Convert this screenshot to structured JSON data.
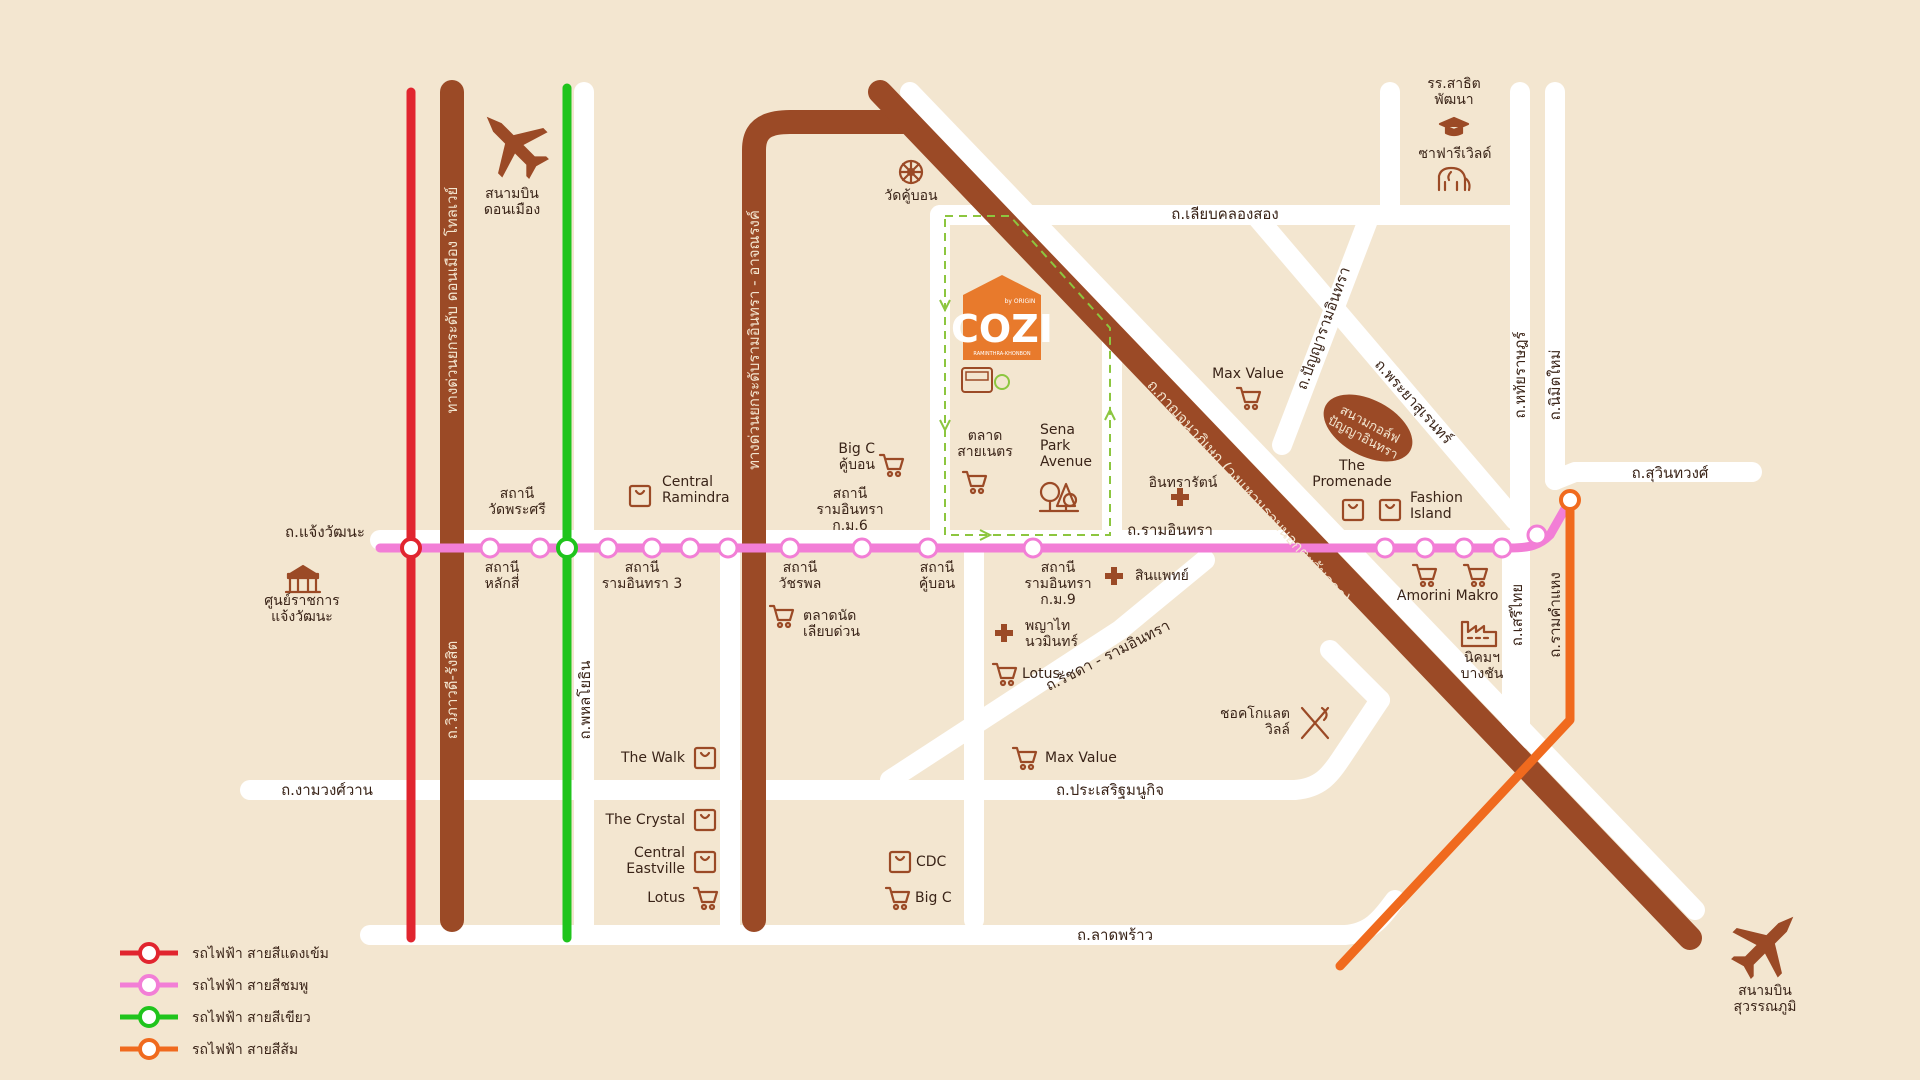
{
  "colors": {
    "background": "#f3e6d0",
    "road": "#ffffff",
    "expressway": "#9b4a26",
    "red_line": "#e1252f",
    "pink_line": "#f27ed6",
    "green_line": "#1fc41c",
    "orange_line": "#f06a1e",
    "poi_icon": "#9b4a26",
    "project_box": "#8cc63f",
    "cozi_orange": "#e87a2c"
  },
  "airports": {
    "don_mueang": "สนามบิน\nดอนเมือง",
    "suvarnabhumi": "สนามบิน\nสุวรรณภูมิ"
  },
  "roads": {
    "liap_khlong_song": "ถ.เลียบคลองสอง",
    "chaeng_watthana": "ถ.แจ้งวัฒนะ",
    "ram_inthra": "ถ.รามอินทรา",
    "sukhon_thawong": "ถ.สุวินทวงศ์",
    "ngam_wong_wan": "ถ.งามวงศ์วาน",
    "prasertmanukit": "ถ.ประเสริฐมนูกิจ",
    "lat_phrao": "ถ.ลาดพร้าว",
    "kanchanaphisek": "ถ.กาญจนาภิเษก (วงแหวนรอบนอกตะวันออก)",
    "phaholyothin": "ถ.พหลโยธิน",
    "vibhavadi": "ถ.วิภาวดี-รังสิต",
    "don_mueang_tollway": "ทางด่วนยกระดับ ดอนเมือง โทลเวย์",
    "ram_inthra_expressway": "ทางด่วนยกระดับรามอินทรา - อาจณรงค์",
    "panya_ram_inthra": "ถ.ปัญญารามอินทรา",
    "phraya_suren": "ถ.พระยาสุเรนทร์",
    "hathai_rat": "ถ.หทัยราษฎร์",
    "nimit_mai": "ถ.นิมิตใหม่",
    "ratchada_ram_inthra": "ถ.รัชดา - รามอินทรา",
    "seri_thai": "ถ.เสรีไทย",
    "ram_khamhaeng": "ถ.รามคำแหง"
  },
  "stations": {
    "wat_phra_sri": "สถานี\nวัดพระศรี",
    "lak_si": "สถานี\nหลักสี่",
    "ram_inthra_3": "สถานี\nรามอินทรา 3",
    "watcharaphon": "สถานี\nวัชรพล",
    "ram_inthra_km6": "สถานี\nรามอินทรา\nก.ม.6",
    "khu_bon": "สถานี\nคู้บอน",
    "ram_inthra_km9": "สถานี\nรามอินทรา\nก.ม.9"
  },
  "pois": {
    "govt_center": "ศูนย์ราชการ\nแจ้งวัฒนะ",
    "central_ramindra": "Central\nRamindra",
    "big_c_khubon": "Big C\nคู้บอน",
    "wat_khubon": "วัดคู้บอน",
    "talad_saiyanet": "ตลาด\nสายเนตร",
    "sena_park": "Sena\nPark\nAvenue",
    "max_value_top": "Max Value",
    "intharat": "อินทรารัตน์",
    "stadium": "สนามกอล์ฟ\nปัญญาอินทรา",
    "promenade": "The\nPromenade",
    "fashion_island": "Fashion\nIsland",
    "school": "รร.สาธิต\nพัฒนา",
    "safari": "ซาฟารีเวิลด์",
    "sinphaet": "สินแพทย์",
    "talad_liap": "ตลาดนัด\nเลียบด่วน",
    "phyathai": "พญาไท\nนวมินทร์",
    "lotus_mid": "Lotus",
    "amorini": "Amorini",
    "makro": "Makro",
    "nikhom": "นิคมฯ\nบางชัน",
    "chocolate_ville": "ชอคโกแลต\nวิลล์",
    "max_value_bottom": "Max Value",
    "the_walk": "The Walk",
    "the_crystal": "The Crystal",
    "central_eastville": "Central\nEastville",
    "lotus_bottom": "Lotus",
    "cdc": "CDC",
    "big_c_bottom": "Big C"
  },
  "project": {
    "brand": "COZI",
    "tagline": "RAMINTHRA-KHONBON",
    "small": "by ORIGIN"
  },
  "legend": [
    {
      "label": "รถไฟฟ้า สายสีแดงเข้ม",
      "color": "#e1252f"
    },
    {
      "label": "รถไฟฟ้า สายสีชมพู",
      "color": "#f27ed6"
    },
    {
      "label": "รถไฟฟ้า สายสีเขียว",
      "color": "#1fc41c"
    },
    {
      "label": "รถไฟฟ้า สายสีส้ม",
      "color": "#f06a1e"
    }
  ]
}
